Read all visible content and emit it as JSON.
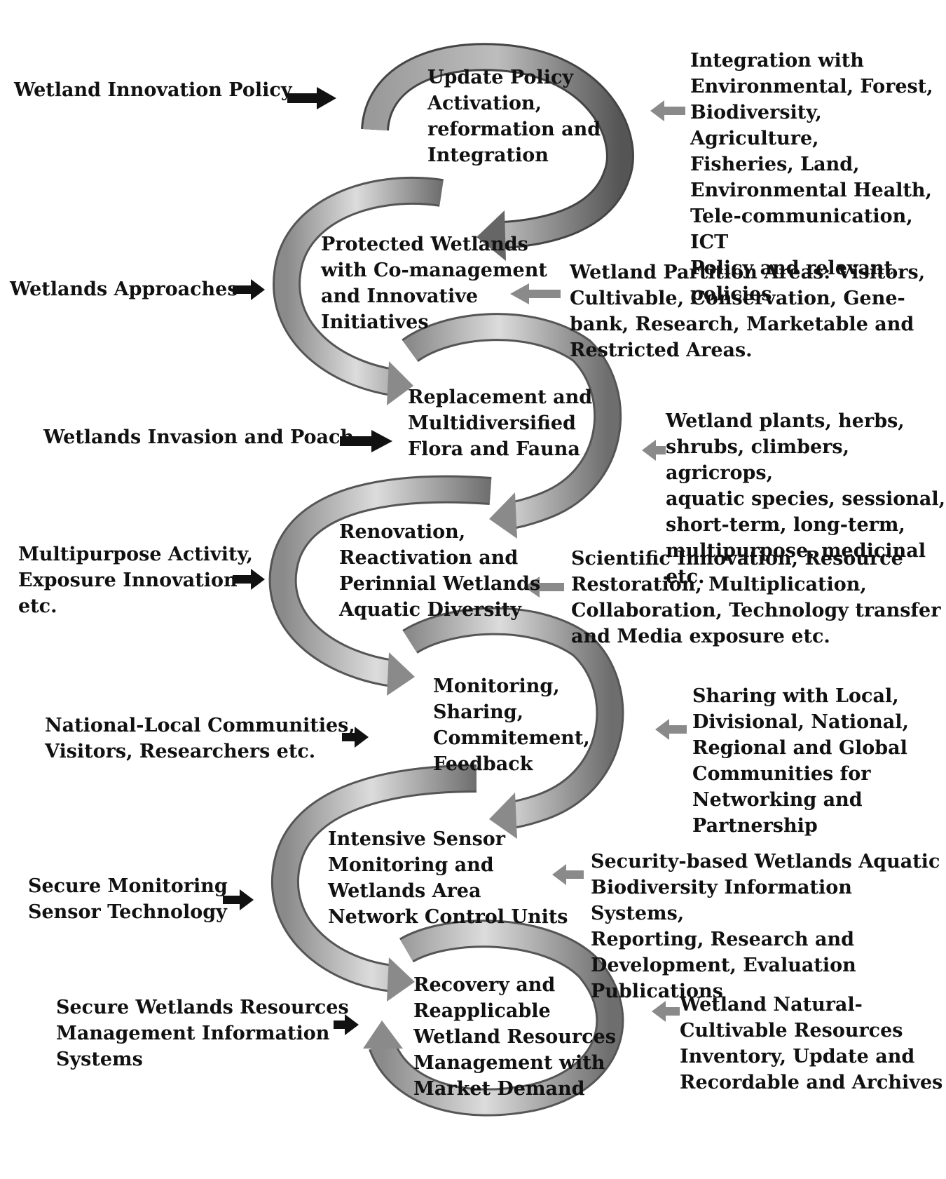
{
  "stages": [
    {
      "label": "Update Policy\nActivation,\nreformation and\nIntegration"
    },
    {
      "label": "Protected Wetlands\nwith Co-management\nand Innovative\nInitiatives"
    },
    {
      "label": "Replacement and\nMultidiversified\nFlora and Fauna"
    },
    {
      "label": "Renovation,\nReactivation and\nPerinnial Wetlands\nAquatic Diversity"
    },
    {
      "label": "Monitoring,\nSharing,\nCommitement,\nFeedback"
    },
    {
      "label": "Intensive Sensor\nMonitoring and\nWetlands Area\nNetwork Control Units"
    },
    {
      "label": "Recovery and\nReapplicable\nWetland Resources\nManagement with\nMarket Demand"
    }
  ],
  "left_inputs": [
    {
      "label": "Wetland Innovation Policy"
    },
    {
      "label": "Wetlands Approaches"
    },
    {
      "label": "Wetlands Invasion and Poach"
    },
    {
      "label": "Multipurpose Activity,\nExposure Innovation\netc."
    },
    {
      "label": "National-Local Communities,\nVisitors, Researchers etc."
    },
    {
      "label": "Secure Monitoring\nSensor Technology"
    },
    {
      "label": "Secure Wetlands Resources\nManagement Information\nSystems"
    }
  ],
  "right_inputs": [
    {
      "label": "Integration with\nEnvironmental, Forest,\nBiodiversity, Agriculture,\nFisheries, Land,\nEnvironmental Health,\nTele-communication, ICT\nPolicy and relevant\npolicies"
    },
    {
      "label": "Wetland Partition Areas: Visitors,\nCultivable, Conservation, Gene-\nbank, Research, Marketable and\nRestricted Areas."
    },
    {
      "label": "Wetland plants, herbs,\nshrubs, climbers, agricrops,\naquatic species, sessional,\nshort-term, long-term,\nmultipurpose, medicinal etc."
    },
    {
      "label": "Scientific Innovation, Resource\nRestoration, Multiplication,\nCollaboration, Technology transfer\nand Media exposure etc."
    },
    {
      "label": "Sharing with Local,\nDivisional, National,\nRegional and Global\nCommunities for\nNetworking and\nPartnership"
    },
    {
      "label": "Security-based Wetlands Aquatic\nBiodiversity Information Systems,\nReporting, Research and\nDevelopment, Evaluation\nPublications"
    },
    {
      "label": "Wetland Natural-\nCultivable Resources\nInventory, Update and\nRecordable and Archives"
    }
  ],
  "colors": {
    "arc_light": "#d2d2d2",
    "arc_dark": "#7a7a7a",
    "arrow_black": "#111111",
    "arrow_gray": "#8a8a8a"
  }
}
